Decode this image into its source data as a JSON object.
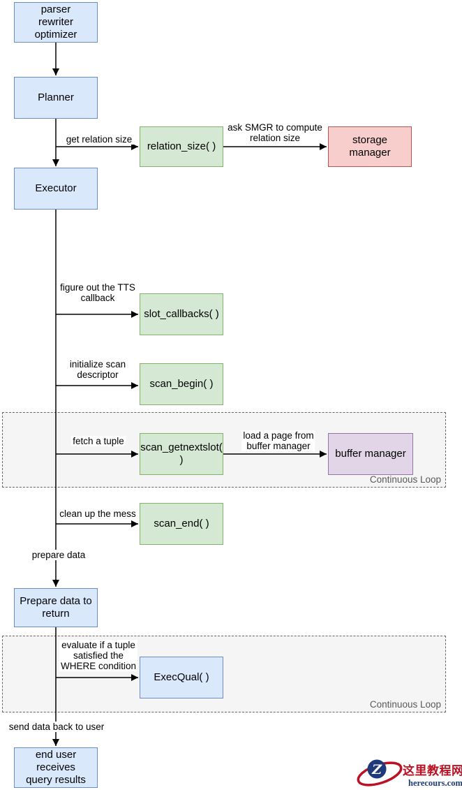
{
  "colors": {
    "blue-fill": "#dae8fc",
    "blue-stroke": "#6c8ebf",
    "green-fill": "#d5e8d4",
    "green-stroke": "#82b366",
    "red-fill": "#f8cecc",
    "red-stroke": "#b85450",
    "purple-fill": "#e1d5e7",
    "purple-stroke": "#9673a6",
    "loop-fill": "#f5f5f5",
    "loop-stroke": "#666666",
    "arrow": "#000000",
    "logo-red": "#bb1122",
    "logo-navy": "#1e3a7a"
  },
  "nodes": {
    "parser": "parser\nrewriter\noptimizer",
    "planner": "Planner",
    "relation_size": "relation_size( )",
    "storage_manager": "storage\nmanager",
    "executor": "Executor",
    "slot_callbacks": "slot_callbacks( )",
    "scan_begin": "scan_begin( )",
    "scan_getnextslot": "scan_getnextslot(\n)",
    "buffer_manager": "buffer manager",
    "scan_end": "scan_end( )",
    "prepare_data": "Prepare data to\nreturn",
    "execqual": "ExecQual( )",
    "end_user": "end user\nreceives\nquery results"
  },
  "edge_labels": {
    "get_relation_size": "get relation size",
    "ask_smgr": "ask SMGR to compute\nrelation size",
    "figure_tts": "figure out the TTS\ncallback",
    "init_scan": "initialize scan\ndescriptor",
    "fetch_tuple": "fetch a tuple",
    "load_page": "load a page from\nbuffer manager",
    "clean_up": "clean up the mess",
    "prepare_data": "prepare data",
    "evaluate": "evaluate if a tuple\nsatisfied the\nWHERE condition",
    "send_back": "send data back to user"
  },
  "loops": {
    "loop1_label": "Continuous Loop",
    "loop2_label": "Continuous Loop"
  },
  "logo": {
    "letter": "Z",
    "title": "这里教程网",
    "domain": "herecours.com"
  }
}
